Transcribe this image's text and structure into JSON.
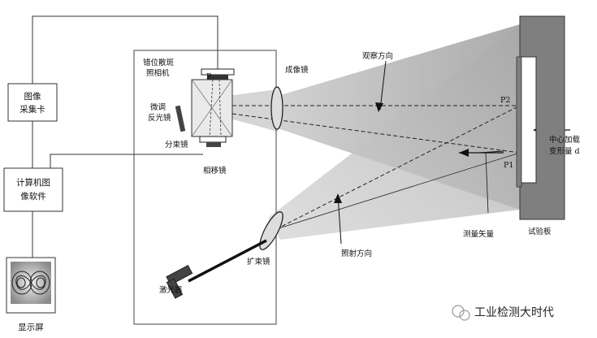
{
  "labels": {
    "image_card": [
      "图像",
      "采集卡"
    ],
    "computer_software": [
      "计算机图",
      "像软件"
    ],
    "display": "显示屏",
    "camera": [
      "错位散斑",
      "照相机"
    ],
    "mirror": [
      "微调",
      "反光镜"
    ],
    "beam_splitter": "分束镜",
    "phase_mirror": "相移镜",
    "imaging_lens": "成像镜",
    "observe_direction": "观察方向",
    "expander": "扩束镜",
    "laser": "激光器",
    "illum_direction": "照射方向",
    "measure_vector": "测量矢量",
    "test_plate": "试验板",
    "load": [
      "中心加载",
      "变形量 d"
    ],
    "p1": "P1",
    "p2": "P2",
    "p_cam": "P",
    "watermark": "工业检测大时代"
  }
}
